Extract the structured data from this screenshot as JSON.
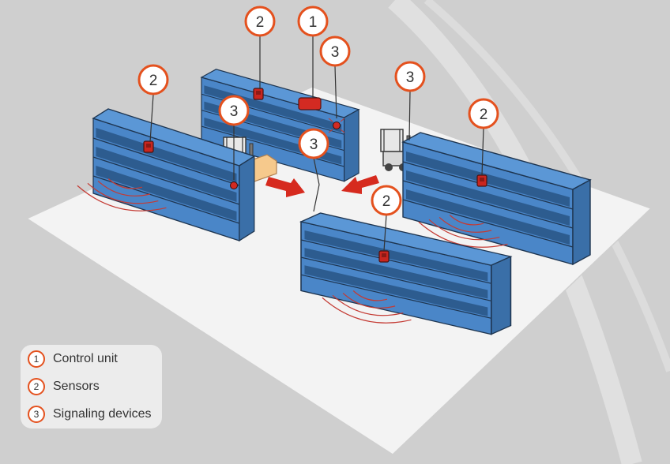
{
  "colors": {
    "accent": "#e4511e",
    "shelf": "#4a86c8",
    "shelf_dark": "#3a6fa8",
    "floor": "#f2f2f2",
    "background": "#cfcfcf",
    "signal": "#d32a22",
    "pallet": "#f6c98c",
    "arrow": "#d62a1e"
  },
  "callouts": {
    "control_unit": "1",
    "sensor": "2",
    "signaling": "3"
  },
  "legend": {
    "items": [
      {
        "number": "1",
        "label": "Control unit"
      },
      {
        "number": "2",
        "label": "Sensors"
      },
      {
        "number": "3",
        "label": "Signaling devices"
      }
    ]
  }
}
